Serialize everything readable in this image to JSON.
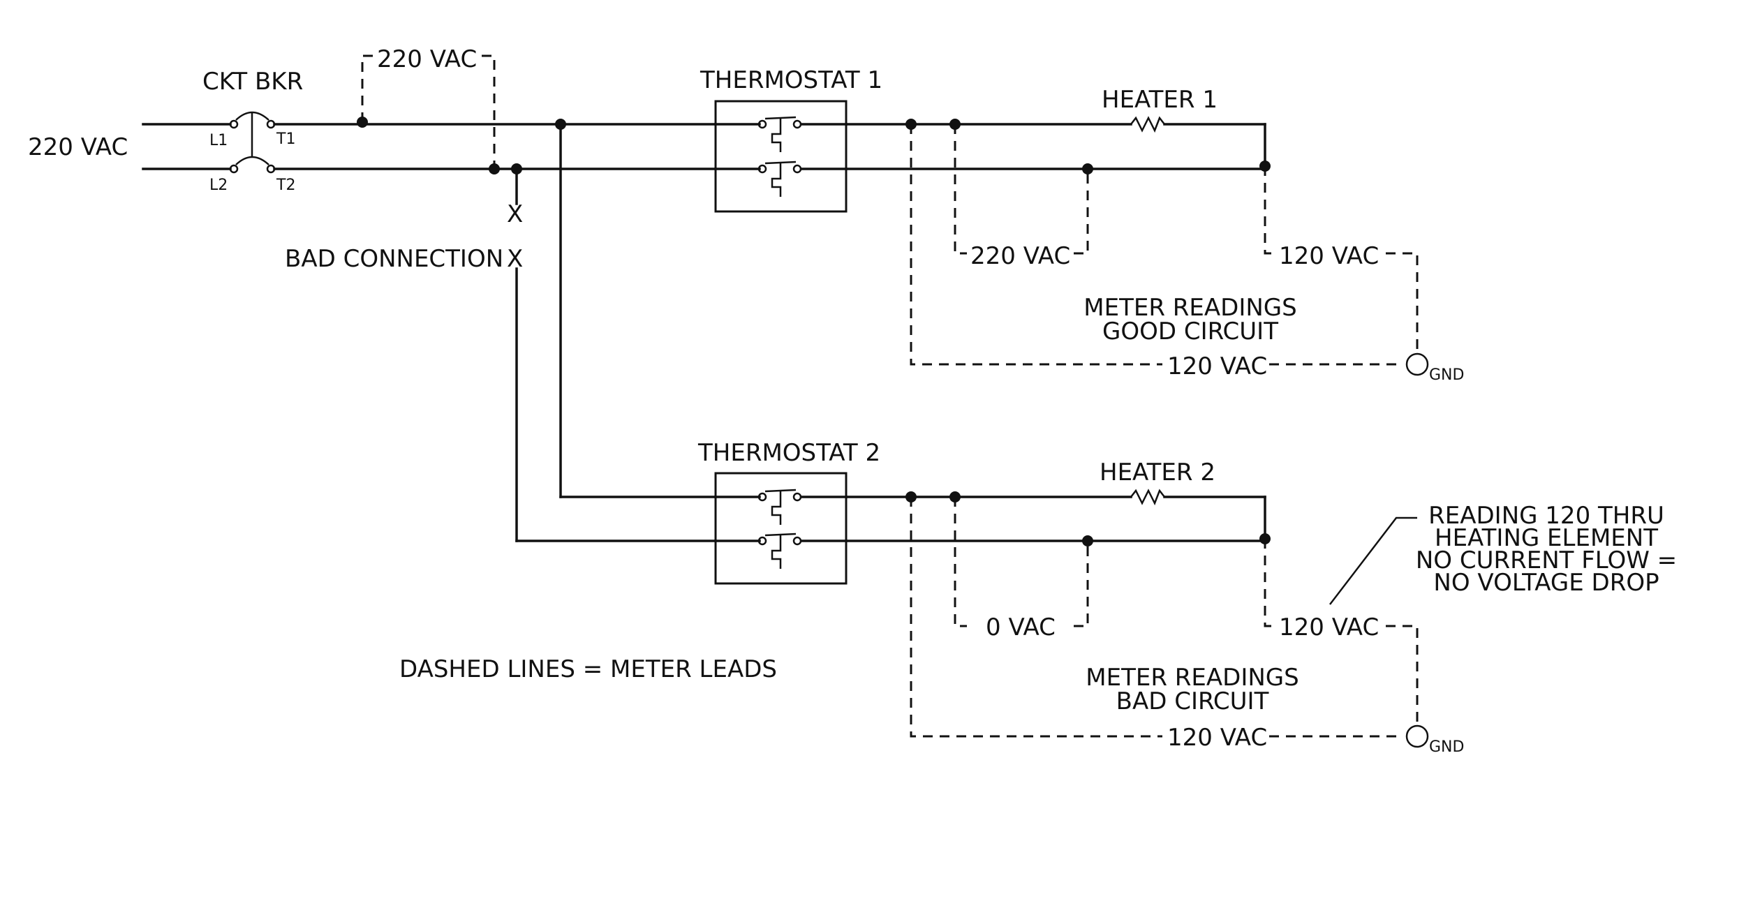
{
  "supply": {
    "voltage_label": "220 VAC",
    "breaker_label": "CKT BKR",
    "terminals": {
      "l1": "L1",
      "l2": "L2",
      "t1": "T1",
      "t2": "T2"
    }
  },
  "top_meter_label": "220 VAC",
  "bad_connection": {
    "label": "BAD CONNECTION",
    "mark": "X"
  },
  "circuit_good": {
    "thermostat": "THERMOSTAT 1",
    "heater": "HEATER 1",
    "reading_across": "220 VAC",
    "reading_heater": "120 VAC",
    "reading_ground": "120 VAC",
    "title_line1": "METER READINGS",
    "title_line2": "GOOD CIRCUIT",
    "gnd": "GND"
  },
  "circuit_bad": {
    "thermostat": "THERMOSTAT 2",
    "heater": "HEATER 2",
    "reading_across": "0 VAC",
    "reading_heater": "120 VAC",
    "reading_ground": "120 VAC",
    "title_line1": "METER READINGS",
    "title_line2": "BAD CIRCUIT",
    "gnd": "GND"
  },
  "note": {
    "line1": "READING 120 THRU",
    "line2": "HEATING ELEMENT",
    "line3": "NO CURRENT FLOW =",
    "line4": "NO VOLTAGE DROP"
  },
  "legend": "DASHED LINES = METER LEADS"
}
